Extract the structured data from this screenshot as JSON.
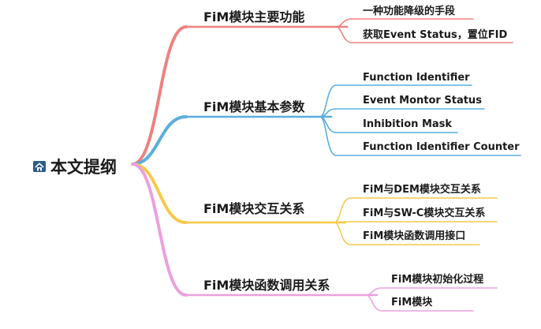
{
  "root": {
    "label": "本文提纲",
    "icon": "home-icon"
  },
  "branches": [
    {
      "label": "FiM模块主要功能",
      "color": "#f08080",
      "children": [
        "一种功能降级的手段",
        "获取Event Status，置位FID"
      ]
    },
    {
      "label": "FiM模块基本参数",
      "color": "#5aaede",
      "children": [
        "Function Identifier",
        "Event Montor Status",
        "Inhibition Mask",
        "Function Identifier Counter"
      ]
    },
    {
      "label": "FiM模块交互关系",
      "color": "#f7c948",
      "children": [
        "FiM与DEM模块交互关系",
        "FiM与SW-C模块交互关系",
        "FiM模块函数调用接口"
      ]
    },
    {
      "label": "FiM模块函数调用关系",
      "color": "#eba0dd",
      "children": [
        "FiM模块初始化过程",
        "FiM模块"
      ]
    }
  ]
}
